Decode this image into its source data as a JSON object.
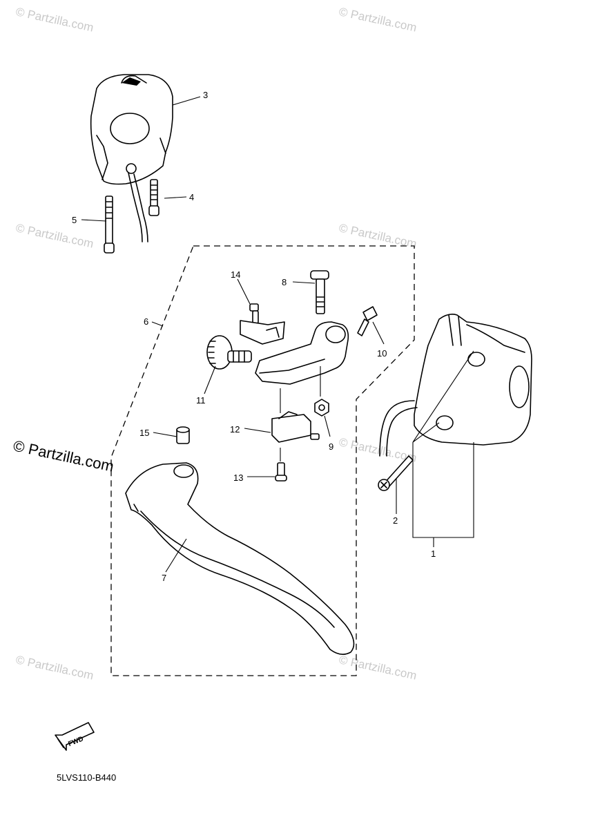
{
  "watermark": {
    "small": "© Partzilla.com",
    "large": "© Partzilla.com"
  },
  "callouts": [
    "1",
    "2",
    "3",
    "4",
    "5",
    "6",
    "7",
    "8",
    "9",
    "10",
    "11",
    "12",
    "13",
    "14",
    "15"
  ],
  "fwd_label": "FWD",
  "diagram_code": "5LVS110-B440"
}
